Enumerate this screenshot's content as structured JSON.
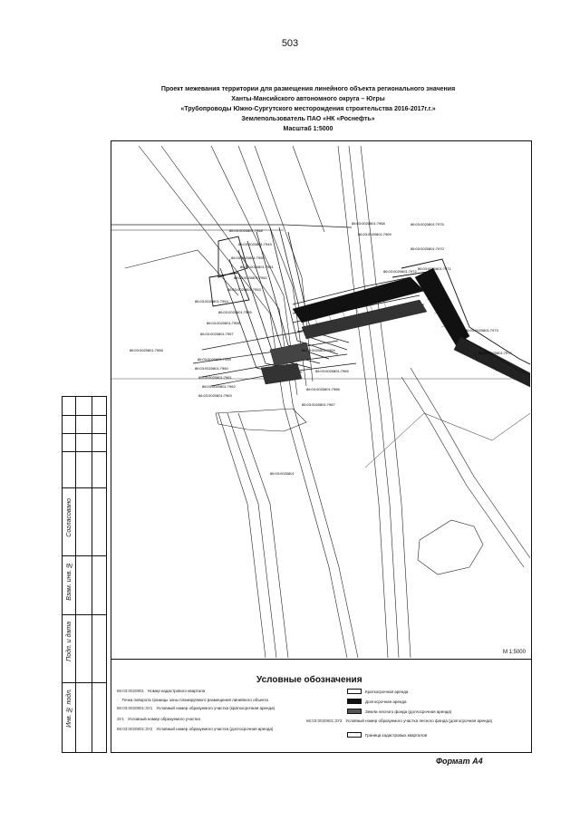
{
  "page_number": "503",
  "title": {
    "line1": "Проект межевания территории для размещения линейного объекта регионального значения",
    "line2": "Ханты-Мансийского автономного округа – Югры",
    "line3": "«Трубопроводы Южно-Сургутского месторождения строительства 2016-2017г.г.»",
    "line4": "Землепользователь ПАО «НК «Роснефть»",
    "line5": "Масштаб 1:5000"
  },
  "map": {
    "quarter_label": "86:03:0020801",
    "scale_mark": "М 1:5000",
    "parcel_labels": [
      "86:03:0020801:7948",
      "86:03:0020801:7949",
      "86:03:0020801:7950",
      "86:03:0020801:7951",
      "86:03:0020801:7952",
      "86:03:0020801:7953",
      "86:03:0020801:7954",
      "86:03:0020801:7955",
      "86:03:0020801:7956",
      "86:03:0020801:7957",
      "86:03:0020801:7958",
      "86:03:0020801:7959",
      "86:03:0020801:7960",
      "86:03:0020801:7961",
      "86:03:0020801:7962",
      "86:03:0020801:7963",
      "86:03:0020801:7964",
      "86:03:0020801:7965",
      "86:03:0020801:7966",
      "86:03:0020801:7967",
      "86:03:0020801:7968",
      "86:03:0020801:7969",
      "86:03:0020801:7970",
      "86:03:0020801:7971",
      "86:03:0020801:7972",
      "86:03:0020801:7973",
      "86:03:0020801:7974",
      "86:03:0020801:7975"
    ]
  },
  "stamp": {
    "agreed": "Согласовано",
    "inv_replace": "Взам. инв. №",
    "sign_date": "Подп. и дата",
    "inv_orig": "Инв. № подл."
  },
  "legend": {
    "title": "Условные обозначения",
    "left_items": [
      {
        "key": "86:03:0020801",
        "text": "Номер кадастрового квартала"
      },
      {
        "key": "·",
        "text": "Точка поворота границы зоны планируемого размещения линейного объекта"
      },
      {
        "key": "86:03:0020801:ЗУ1",
        "text": "Условный номер образуемого участка (краткосрочная аренда)"
      },
      {
        "key": "ЗУ1",
        "text": "Условный номер образуемого участка"
      },
      {
        "key": "86:03:0020801:ЗУ2",
        "text": "Условный номер образуемого участка (долгосрочная аренда)"
      }
    ],
    "right_items": [
      {
        "text": "Краткосрочная аренда",
        "fill": "#ffffff"
      },
      {
        "text": "Долгосрочная аренда",
        "fill": "#111111"
      },
      {
        "text": "Земли лесного фонда (долгосрочная аренда)",
        "fill": "#555555"
      },
      {
        "key": "86:03:0020801:ЗУ3",
        "text": "Условный номер образуемого участка лесного фонда (долгосрочная аренда)"
      },
      {
        "text": "Граница кадастровых кварталов",
        "fill": "#ffffff"
      }
    ]
  },
  "format": "Формат А4"
}
